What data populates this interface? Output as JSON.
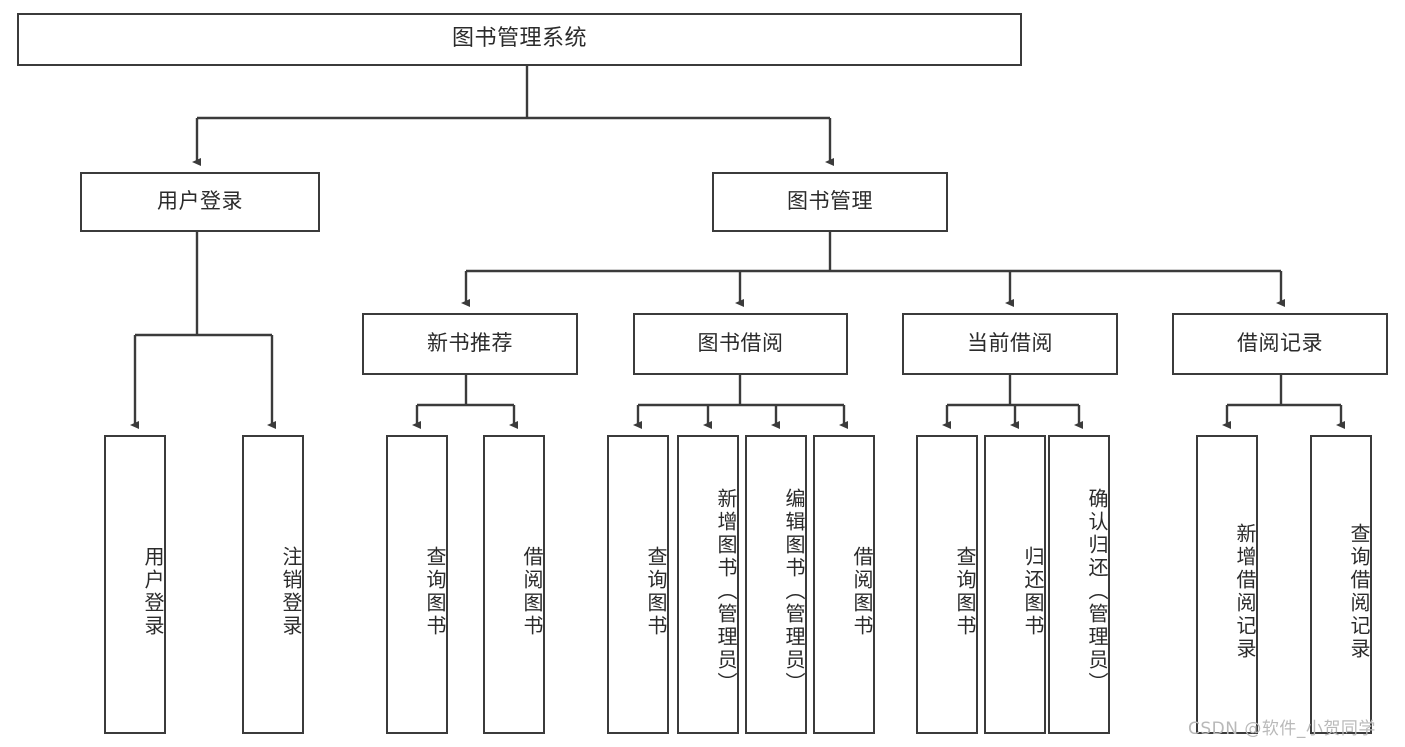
{
  "diagram": {
    "title": "图书管理系统",
    "type": "tree-hierarchy",
    "root": {
      "label": "图书管理系统"
    },
    "level2": [
      {
        "label": "用户登录"
      },
      {
        "label": "图书管理"
      }
    ],
    "level3": [
      {
        "label": "新书推荐"
      },
      {
        "label": "图书借阅"
      },
      {
        "label": "当前借阅"
      },
      {
        "label": "借阅记录"
      }
    ],
    "leaves": {
      "user_login": [
        {
          "label": "用户登录"
        },
        {
          "label": "注销登录"
        }
      ],
      "new_book_recommend": [
        {
          "label": "查询图书"
        },
        {
          "label": "借阅图书"
        }
      ],
      "book_borrow": [
        {
          "label": "查询图书"
        },
        {
          "label": "新增图书（管理员）"
        },
        {
          "label": "编辑图书（管理员）"
        },
        {
          "label": "借阅图书"
        }
      ],
      "current_borrow": [
        {
          "label": "查询图书"
        },
        {
          "label": "归还图书"
        },
        {
          "label": "确认归还（管理员）"
        }
      ],
      "borrow_record": [
        {
          "label": "新增借阅记录"
        },
        {
          "label": "查询借阅记录"
        }
      ]
    }
  },
  "watermark": {
    "text": "CSDN @软件_小贺同学"
  },
  "colors": {
    "stroke": "#3b3b3b",
    "background": "#ffffff",
    "text": "#2b2b2b",
    "watermark": "#b9b9b9"
  }
}
